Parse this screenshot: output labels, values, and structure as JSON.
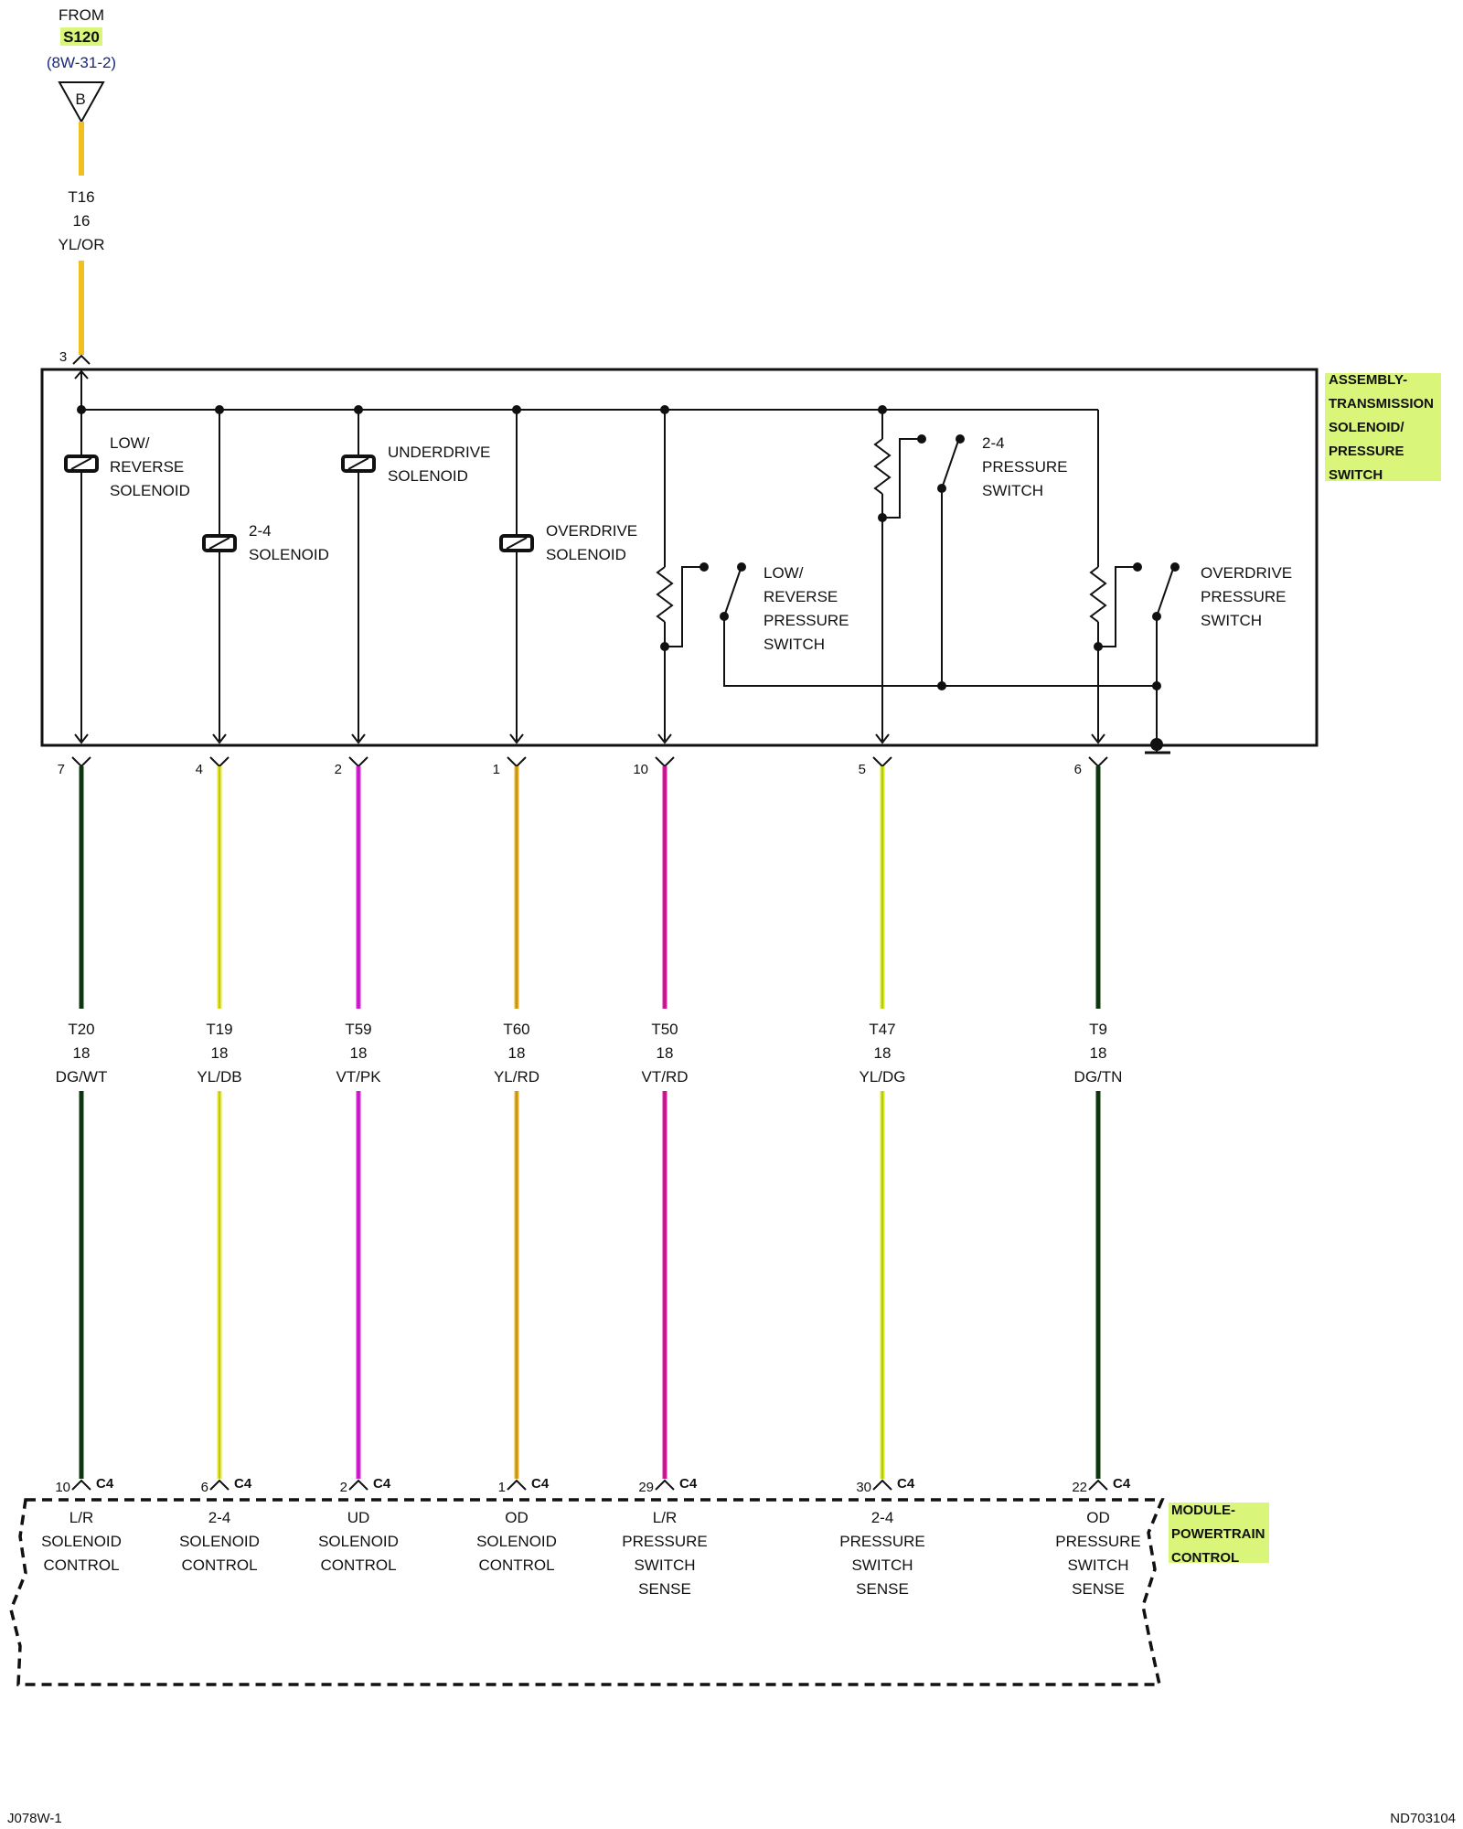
{
  "colors": {
    "highlight": "#d9f57a",
    "DG/WT": "#0f3a10",
    "YL/DB": "#e8ee2a",
    "VT/PK": "#e020e0",
    "YL/RD": "#e8b020",
    "VT/RD": "#e01aa0",
    "YL/DG": "#d8ec20",
    "DG/TN": "#0f3a10",
    "YL/OR": "#f0c020"
  },
  "source": {
    "from_label": "FROM",
    "splice": "S120",
    "ref": "(8W-31-2)",
    "connector_letter": "B",
    "circuit": "T16",
    "gauge": "16",
    "color": "YL/OR",
    "pin": "3"
  },
  "assembly": {
    "label_lines": [
      "ASSEMBLY-",
      "TRANSMISSION",
      "SOLENOID/",
      "PRESSURE",
      "SWITCH"
    ]
  },
  "components": [
    {
      "name": "low-reverse-solenoid",
      "kind": "solenoid",
      "label": [
        "LOW/",
        "REVERSE",
        "SOLENOID"
      ]
    },
    {
      "name": "2-4-solenoid",
      "kind": "solenoid",
      "label": [
        "2-4",
        "SOLENOID"
      ]
    },
    {
      "name": "underdrive-solenoid",
      "kind": "solenoid",
      "label": [
        "UNDERDRIVE",
        "SOLENOID"
      ]
    },
    {
      "name": "overdrive-solenoid",
      "kind": "solenoid",
      "label": [
        "OVERDRIVE",
        "SOLENOID"
      ]
    },
    {
      "name": "low-reverse-pressure-switch",
      "kind": "switch",
      "label": [
        "LOW/",
        "REVERSE",
        "PRESSURE",
        "SWITCH"
      ]
    },
    {
      "name": "2-4-pressure-switch",
      "kind": "switch",
      "label": [
        "2-4",
        "PRESSURE",
        "SWITCH"
      ]
    },
    {
      "name": "overdrive-pressure-switch",
      "kind": "switch",
      "label": [
        "OVERDRIVE",
        "PRESSURE",
        "SWITCH"
      ]
    }
  ],
  "circuits": [
    {
      "pin": "7",
      "circuit": "T20",
      "gauge": "18",
      "color": "DG/WT",
      "pcm_pin": "10",
      "pcm_conn": "C4",
      "function": [
        "L/R",
        "SOLENOID",
        "CONTROL"
      ]
    },
    {
      "pin": "4",
      "circuit": "T19",
      "gauge": "18",
      "color": "YL/DB",
      "pcm_pin": "6",
      "pcm_conn": "C4",
      "function": [
        "2-4",
        "SOLENOID",
        "CONTROL"
      ]
    },
    {
      "pin": "2",
      "circuit": "T59",
      "gauge": "18",
      "color": "VT/PK",
      "pcm_pin": "2",
      "pcm_conn": "C4",
      "function": [
        "UD",
        "SOLENOID",
        "CONTROL"
      ]
    },
    {
      "pin": "1",
      "circuit": "T60",
      "gauge": "18",
      "color": "YL/RD",
      "pcm_pin": "1",
      "pcm_conn": "C4",
      "function": [
        "OD",
        "SOLENOID",
        "CONTROL"
      ]
    },
    {
      "pin": "10",
      "circuit": "T50",
      "gauge": "18",
      "color": "VT/RD",
      "pcm_pin": "29",
      "pcm_conn": "C4",
      "function": [
        "L/R",
        "PRESSURE",
        "SWITCH",
        "SENSE"
      ]
    },
    {
      "pin": "5",
      "circuit": "T47",
      "gauge": "18",
      "color": "YL/DG",
      "pcm_pin": "30",
      "pcm_conn": "C4",
      "function": [
        "2-4",
        "PRESSURE",
        "SWITCH",
        "SENSE"
      ]
    },
    {
      "pin": "6",
      "circuit": "T9",
      "gauge": "18",
      "color": "DG/TN",
      "pcm_pin": "22",
      "pcm_conn": "C4",
      "function": [
        "OD",
        "PRESSURE",
        "SWITCH",
        "SENSE"
      ]
    }
  ],
  "module": {
    "label_lines": [
      "MODULE-",
      "POWERTRAIN",
      "CONTROL"
    ]
  },
  "footer": {
    "left": "J078W-1",
    "right": "ND703104"
  }
}
